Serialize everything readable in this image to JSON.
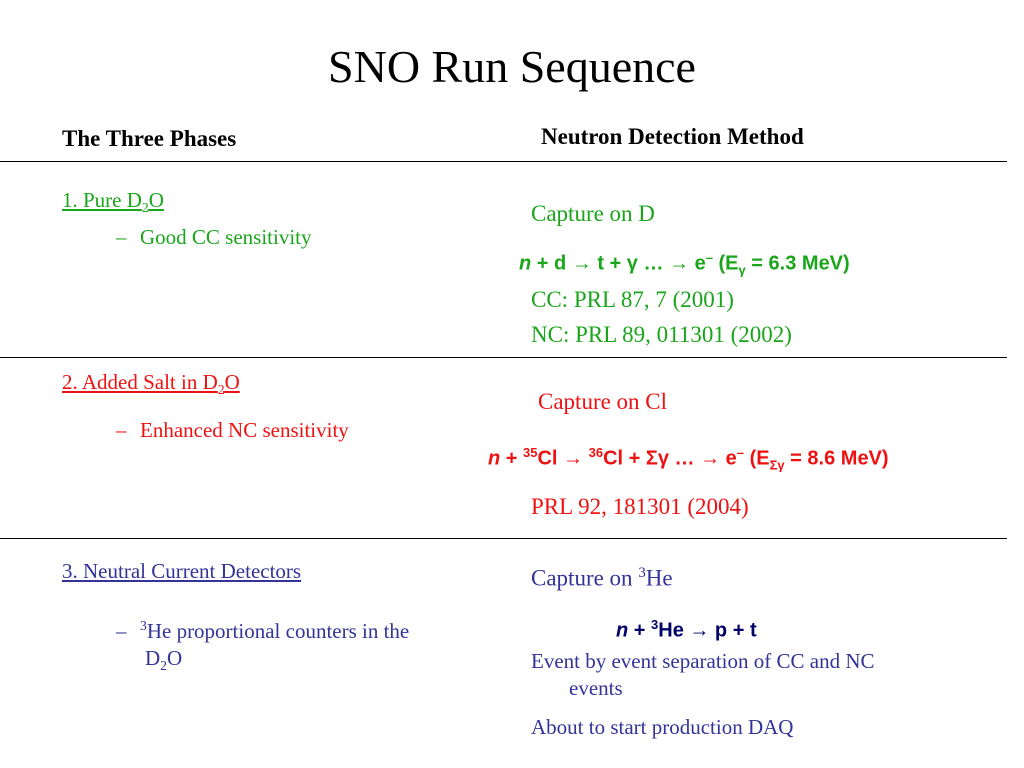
{
  "title": "SNO Run Sequence",
  "headers": {
    "left": "The Three Phases",
    "right": "Neutron Detection Method"
  },
  "colors": {
    "phase1": "#1aa51a",
    "phase2": "#ee1111",
    "phase3": "#333399",
    "rule": "#000000"
  },
  "phase1": {
    "label_pre": "1. Pure D",
    "label_sub": "2",
    "label_post": "O",
    "bullet_dash": "–",
    "bullet": "Good CC sensitivity",
    "capture": "Capture on D",
    "eq": {
      "n": "n",
      "rest": " + d → t + γ … → e",
      "sup": "–",
      "e_open": "  (E",
      "e_sub": "γ",
      "e_close": " = 6.3 MeV)"
    },
    "ref1": "CC: PRL 87, 7 (2001)",
    "ref2": "NC: PRL 89, 011301 (2002)"
  },
  "phase2": {
    "label_pre": "2. Added Salt in D",
    "label_sub": "2",
    "label_post": "O",
    "bullet_dash": "–",
    "bullet": "Enhanced NC sensitivity",
    "capture": "Capture on Cl",
    "eq": {
      "n": "n",
      "plus1": " + ",
      "sup1": "35",
      "cl1": "Cl → ",
      "sup2": "36",
      "cl2": "Cl + Σγ … → e",
      "sup3": "–",
      "e_open": "  (E",
      "e_sub": "Σγ",
      "e_close": " = 8.6 MeV)"
    },
    "ref": "PRL 92, 181301 (2004)"
  },
  "phase3": {
    "label": "3. Neutral Current Detectors",
    "bullet_dash": "–",
    "bullet_sup": "3",
    "bullet_line1": "He proportional counters in the",
    "bullet_line2_pre": "D",
    "bullet_line2_sub": "2",
    "bullet_line2_post": "O",
    "capture_pre": "Capture on ",
    "capture_sup": "3",
    "capture_post": "He",
    "eq": {
      "n": "n",
      "plus": " + ",
      "sup": "3",
      "rest": "He → p + t"
    },
    "note_line1": "Event by event separation of CC and NC",
    "note_line2": "events",
    "note2": "About to start production DAQ"
  }
}
